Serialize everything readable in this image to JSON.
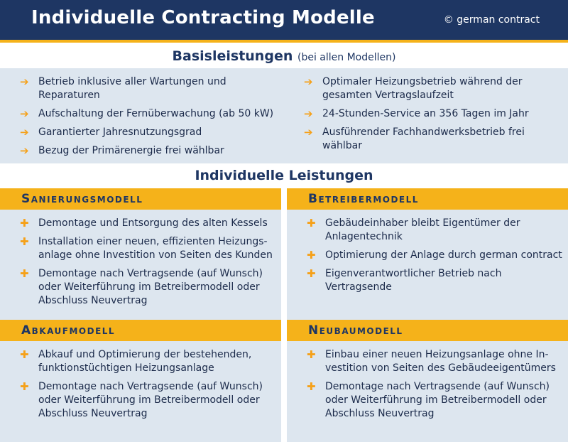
{
  "header": {
    "title": "Individuelle Contracting Modelle",
    "copyright": "© german contract"
  },
  "basis": {
    "title": "Basisleistungen",
    "subtitle": "(bei allen Modellen)",
    "bullet": "➔",
    "left_items": [
      "Betrieb inklusive aller Wartungen und Reparaturen",
      "Aufschaltung der Fernüberwachung (ab 50 kW)",
      "Garantierter Jahresnutzungsgrad",
      "Bezug der Primärenergie frei wählbar"
    ],
    "right_items": [
      "Optimaler Heizungsbetrieb während der gesamten Vertragslaufzeit",
      "24-Stunden-Service an 356 Tagen im Jahr",
      "Ausführender Fachhandwerksbetrieb frei wählbar"
    ]
  },
  "individual": {
    "title": "Individuelle Leistungen",
    "bullet": "✚",
    "models": [
      {
        "name": "Sanierungsmodell",
        "items": [
          "Demontage und Entsorgung des alten Kessels",
          "Installation einer neuen, effizienten Heizungs-anlage ohne Investition von Seiten des Kunden",
          "Demontage nach Vertragsende (auf Wunsch) oder Weiterführung im Betreibermodell oder Abschluss Neuvertrag"
        ]
      },
      {
        "name": "Betreibermodell",
        "items": [
          "Gebäudeinhaber bleibt Eigentümer der Anlagentechnik",
          "Optimierung der Anlage durch german contract",
          "Eigenverantwortlicher Betrieb nach Vertragsende"
        ]
      },
      {
        "name": "Abkaufmodell",
        "items": [
          "Abkauf und Optimierung der bestehenden, funktionstüchtigen Heizungsanlage",
          "Demontage nach Vertragsende (auf Wunsch) oder Weiterführung im Betreibermodell oder Abschluss Neuvertrag"
        ]
      },
      {
        "name": "Neubaumodell",
        "items": [
          "Einbau einer neuen Heizungsanlage ohne In-vestition von Seiten des Gebäudeeigentümers",
          "Demontage nach Vertragsende (auf Wunsch) oder Weiterführung im Betreibermodell oder Abschluss Neuvertrag"
        ]
      }
    ]
  }
}
